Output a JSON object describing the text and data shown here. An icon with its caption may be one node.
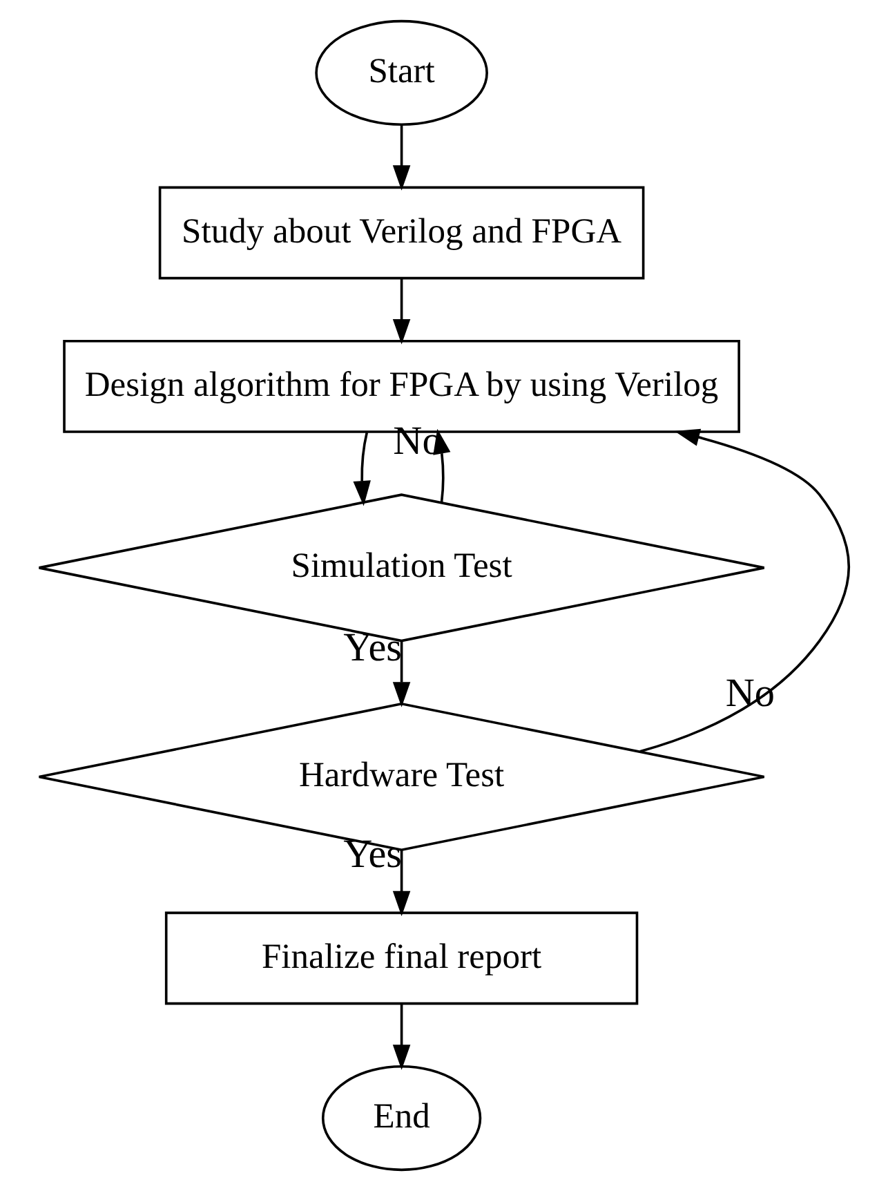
{
  "diagram": {
    "nodes": [
      {
        "text": [
          "Start"
        ]
      },
      {
        "text": [
          "Study about Verilog and FPGA"
        ]
      },
      {
        "text": [
          "Design algorithm for FPGA by using Verilog"
        ]
      },
      {
        "text": [
          "Simulation Test"
        ]
      },
      {
        "text": [
          "Hardware Test"
        ]
      },
      {
        "text": [
          "Finalize final report"
        ]
      },
      {
        "text": [
          "End"
        ]
      }
    ],
    "edges": [
      {
        "from": 0,
        "to": 1,
        "arrow": "to"
      },
      {
        "from": 1,
        "to": 2,
        "arrow": "to"
      },
      {
        "from": 2,
        "to": 3,
        "arrow": "to"
      },
      {
        "from": 3,
        "to": 2,
        "arrow": "to",
        "label": "No"
      },
      {
        "from": 3,
        "to": 4,
        "arrow": "to",
        "label": "Yes"
      },
      {
        "from": 4,
        "to": 2,
        "arrow": "to",
        "label": "No"
      },
      {
        "from": 4,
        "to": 5,
        "arrow": "to",
        "label": "Yes"
      },
      {
        "from": 5,
        "to": 6,
        "arrow": "to"
      }
    ]
  }
}
